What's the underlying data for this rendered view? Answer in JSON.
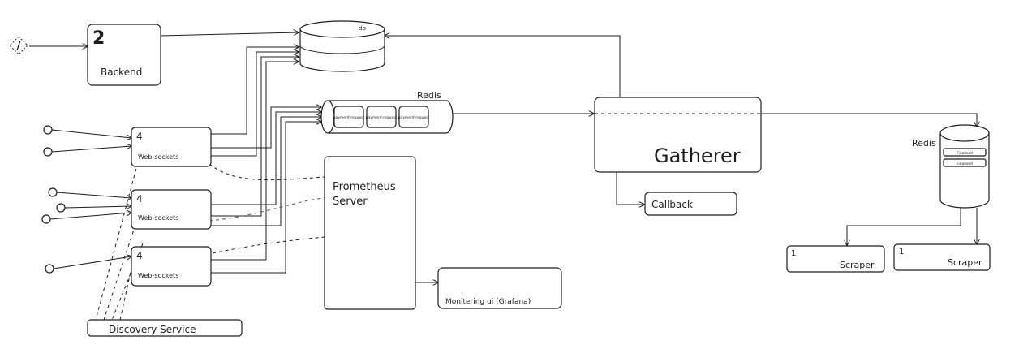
{
  "diagram": {
    "backend": {
      "count": "2",
      "label": "Backend"
    },
    "db": {
      "label": "db"
    },
    "redis_queue": {
      "label": "Redis",
      "items": [
        "payment-request",
        "payment-request",
        "payment-request"
      ]
    },
    "websockets": [
      {
        "count": "4",
        "label": "Web-sockets"
      },
      {
        "count": "4",
        "label": "Web-sockets"
      },
      {
        "count": "4",
        "label": "Web-sockets"
      }
    ],
    "prometheus": {
      "line1": "Prometheus",
      "line2": "Server"
    },
    "grafana": {
      "label": "Monitering ui (Grafana)"
    },
    "gatherer": {
      "label": "Gatherer"
    },
    "callback": {
      "label": "Callback"
    },
    "redis_right": {
      "label": "Redis",
      "items": [
        "Finalised",
        "Finalised"
      ]
    },
    "scrapers": [
      {
        "count": "1",
        "label": "Scraper"
      },
      {
        "count": "1",
        "label": "Scraper"
      }
    ],
    "discovery": {
      "label": "Discovery Service"
    }
  },
  "colors": {
    "stroke": "#1e1e1e",
    "background": "#ffffff"
  }
}
